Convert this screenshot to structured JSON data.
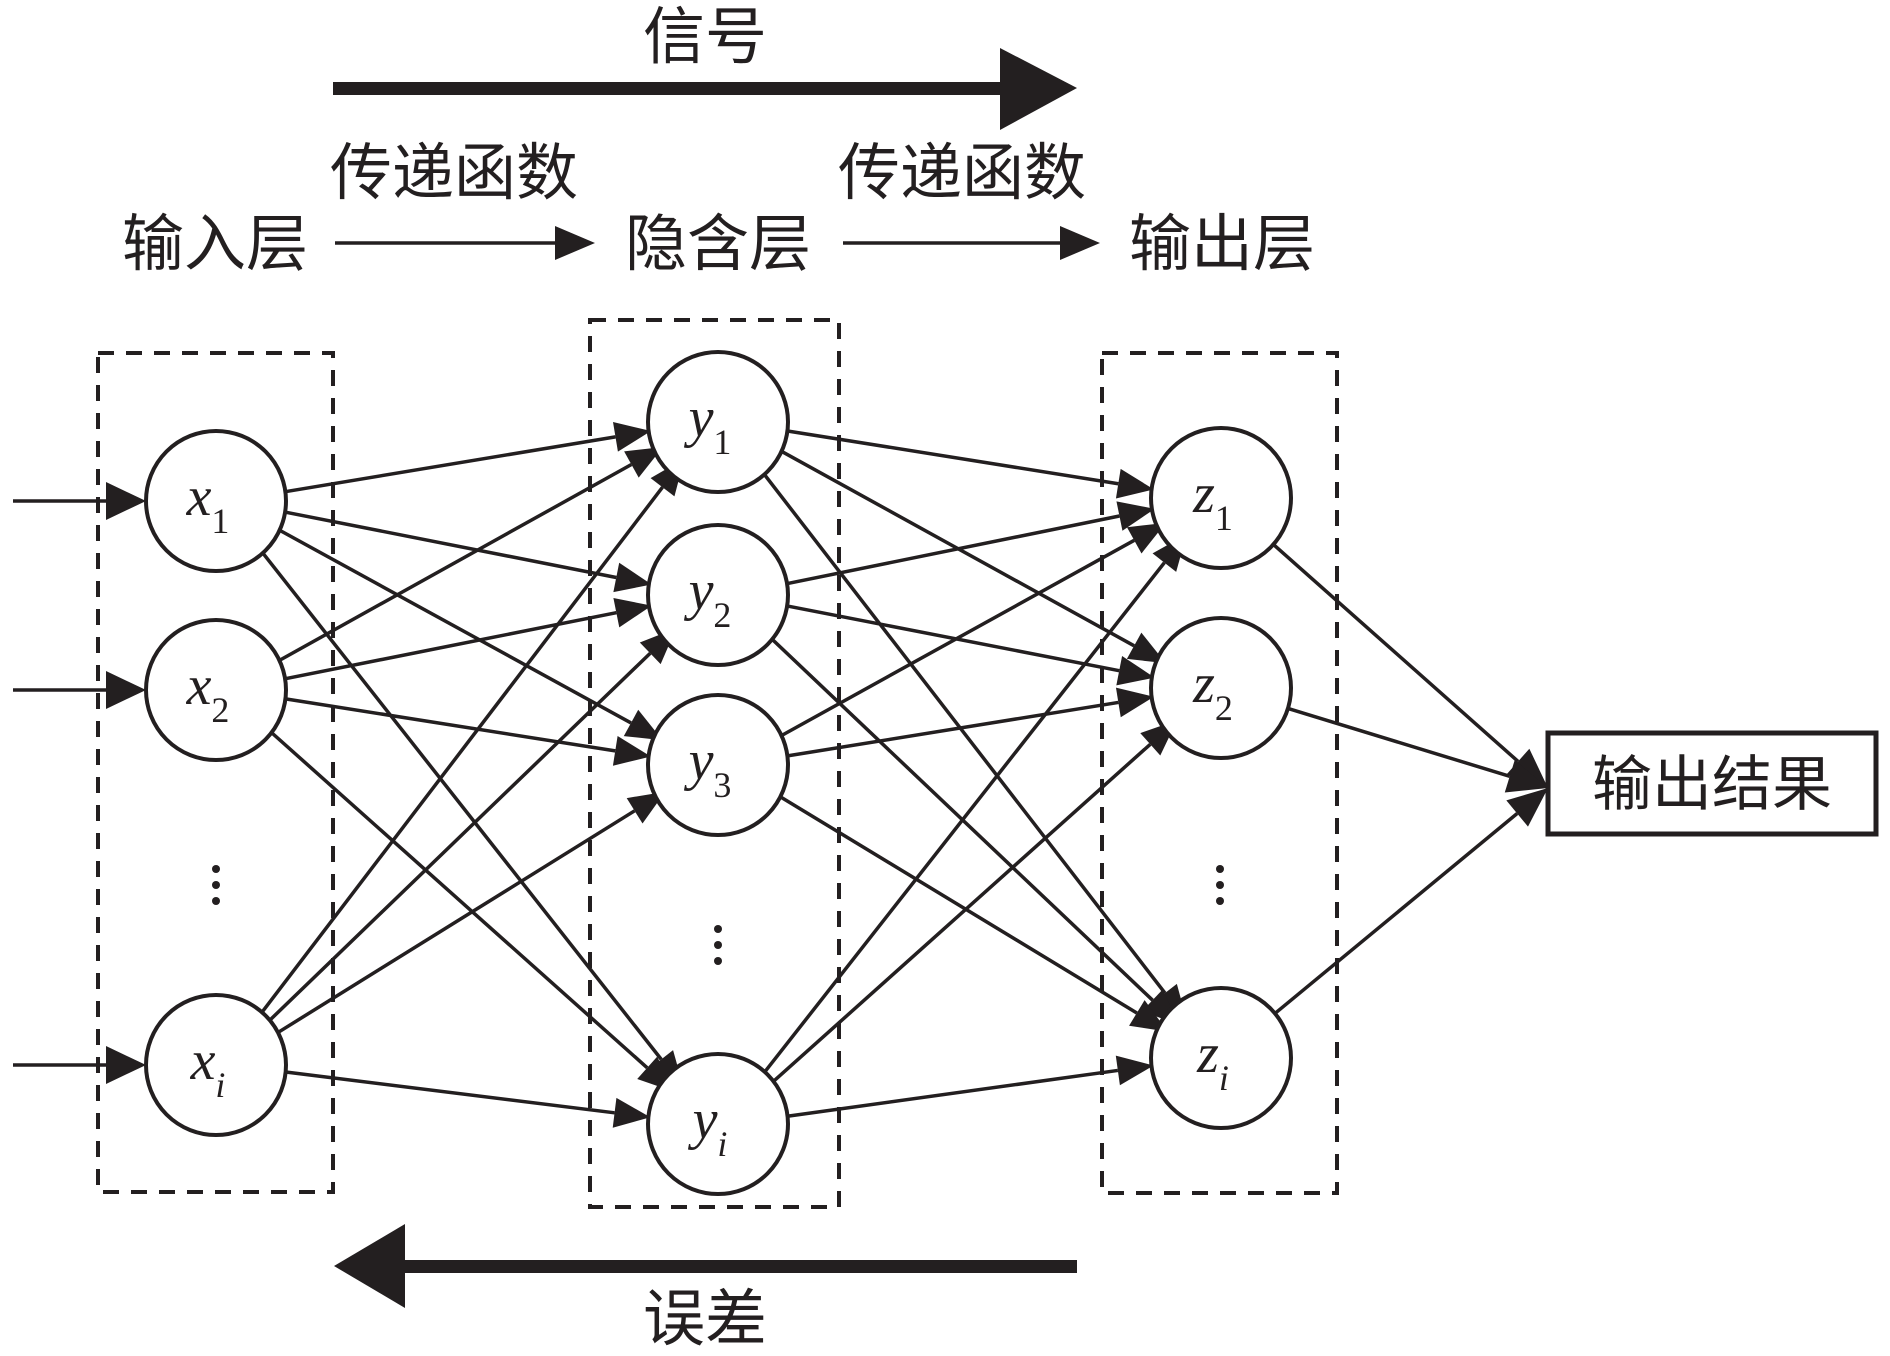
{
  "title_signal": "信号",
  "title_error": "误差",
  "transfer_labels": [
    "传递函数",
    "传递函数"
  ],
  "layer_labels": {
    "input": "输入层",
    "hidden": "隐含层",
    "output": "输出层"
  },
  "result_label": "输出结果",
  "ellipsis": "⋮",
  "colors": {
    "ink": "#231f20",
    "background": "#ffffff"
  },
  "layers": {
    "input": {
      "name": "input-layer",
      "nodes": [
        {
          "var": "x",
          "sub": "1"
        },
        {
          "var": "x",
          "sub": "2"
        },
        {
          "var": "x",
          "sub": "i",
          "sub_italic": true
        }
      ]
    },
    "hidden": {
      "name": "hidden-layer",
      "nodes": [
        {
          "var": "y",
          "sub": "1"
        },
        {
          "var": "y",
          "sub": "2"
        },
        {
          "var": "y",
          "sub": "3"
        },
        {
          "var": "y",
          "sub": "i",
          "sub_italic": true
        }
      ]
    },
    "output": {
      "name": "output-layer",
      "nodes": [
        {
          "var": "z",
          "sub": "1"
        },
        {
          "var": "z",
          "sub": "2"
        },
        {
          "var": "z",
          "sub": "i",
          "sub_italic": true
        }
      ]
    }
  },
  "connections": {
    "external_inputs_to_input_layer": true,
    "input_to_hidden": "fully-connected",
    "hidden_to_output": "fully-connected",
    "output_to_result": "all"
  },
  "flow": {
    "signal_direction": "forward",
    "error_direction": "backward"
  }
}
